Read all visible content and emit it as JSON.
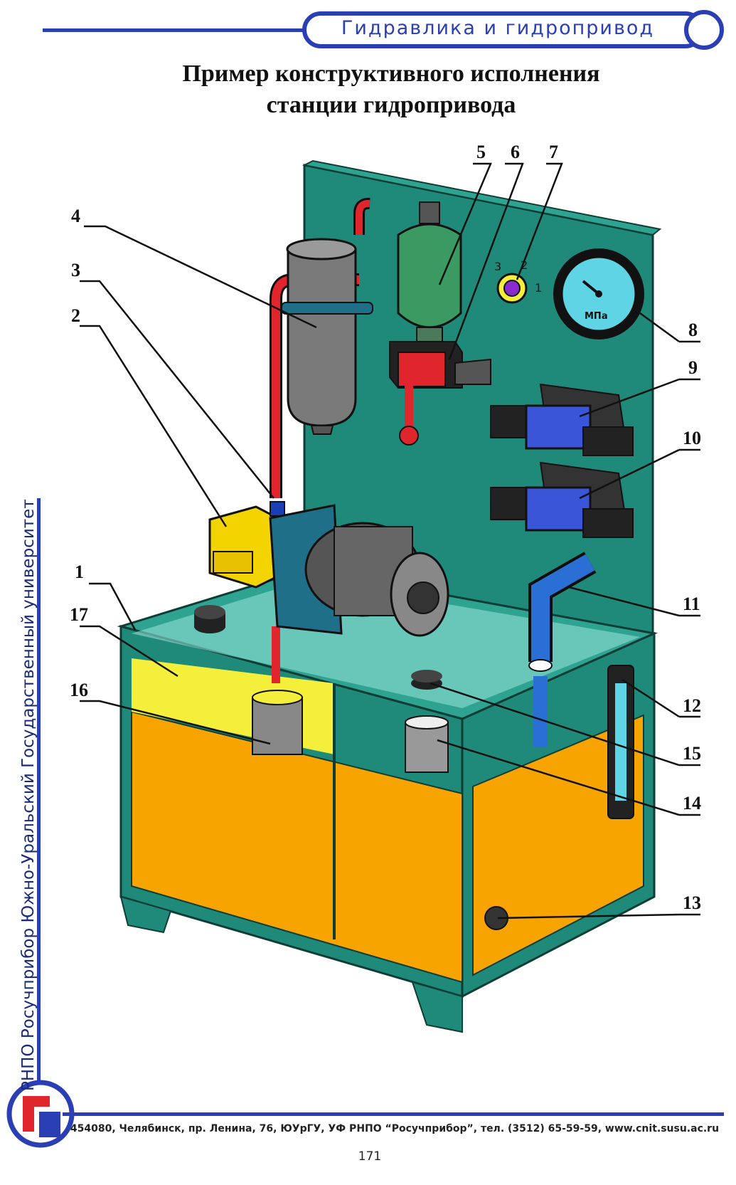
{
  "header": {
    "section_title": "Гидравлика и гидропривод"
  },
  "title": {
    "line1": "Пример конструктивного исполнения",
    "line2": "станции гидропривода"
  },
  "callouts": [
    "1",
    "2",
    "3",
    "4",
    "5",
    "6",
    "7",
    "8",
    "9",
    "10",
    "11",
    "12",
    "13",
    "14",
    "15",
    "16",
    "17"
  ],
  "gauge": {
    "unit": "МПа"
  },
  "selector_knob": {
    "positions": [
      "1",
      "2",
      "3"
    ]
  },
  "side_text": "РНПО Росучприбор     Южно-Уральский Государственный университет",
  "footer": {
    "address": "454080, Челябинск, пр. Ленина, 76, ЮУрГУ, УФ РНПО “Росучприбор”, тел. (3512) 65-59-59, www.cnit.susu.ac.ru",
    "page_number": "171"
  },
  "colors": {
    "brand_blue": "#2a3fb4",
    "panel_green": "#1f8a7a",
    "oil_orange": "#f7a400",
    "oil_yellow": "#f3ef3a",
    "pipe_red": "#e0262c",
    "pipe_blue": "#2a6fd4",
    "valve_blue": "#3a55d8",
    "accumulator_green": "#3b9a62"
  }
}
